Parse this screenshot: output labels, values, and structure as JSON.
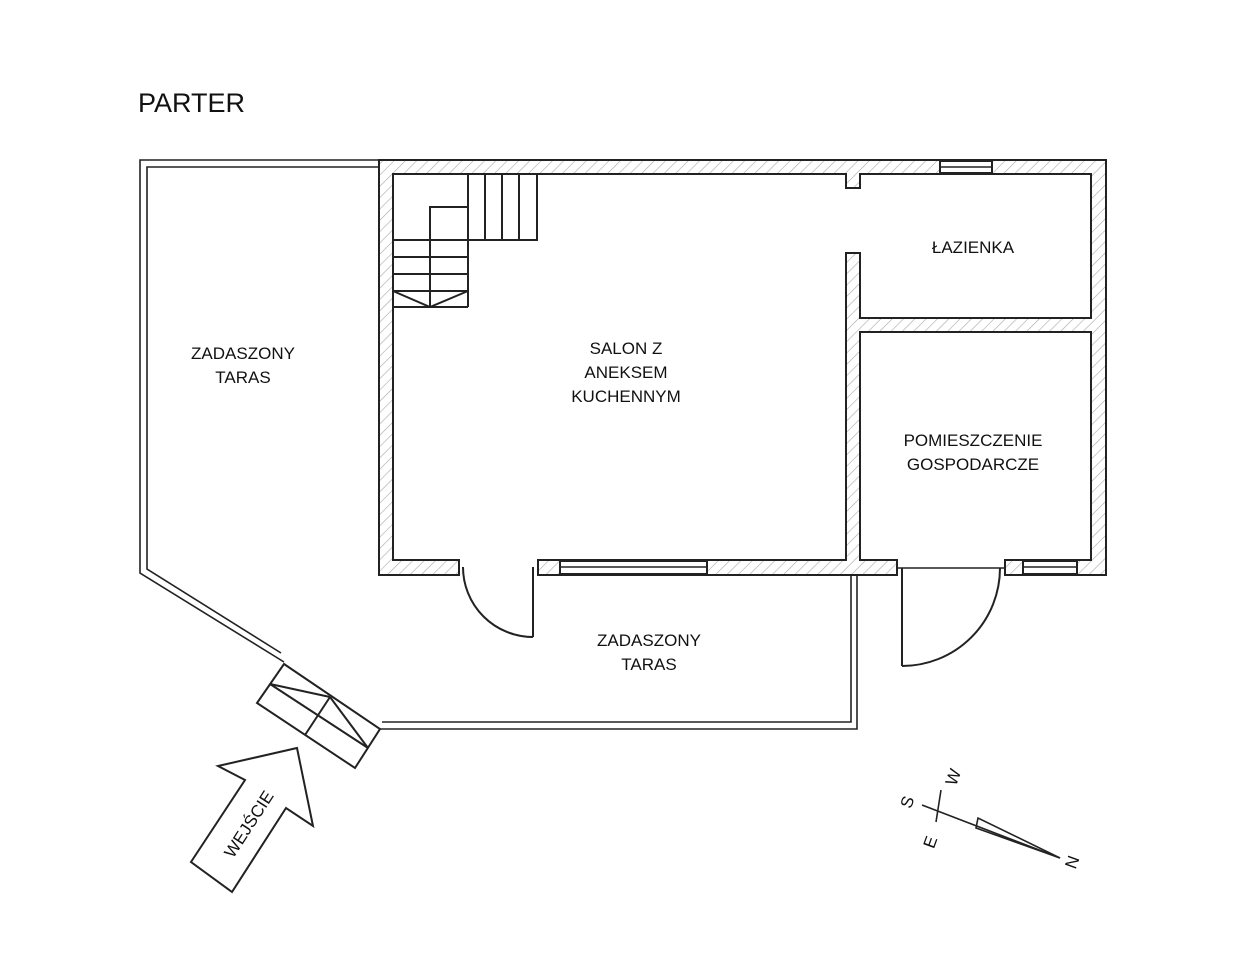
{
  "title": "PARTER",
  "rooms": {
    "terrace_left": [
      "ZADASZONY",
      "TARAS"
    ],
    "salon": [
      "SALON Z",
      "ANEKSEM",
      "KUCHENNYM"
    ],
    "bathroom": "ŁAZIENKA",
    "utility": [
      "POMIESZCZENIE",
      "GOSPODARCZE"
    ],
    "terrace_bottom": [
      "ZADASZONY",
      "TARAS"
    ]
  },
  "entrance": "WEJŚCIE",
  "compass": {
    "n": "N",
    "s": "S",
    "e": "E",
    "w": "W"
  },
  "colors": {
    "line": "#222222",
    "hatch": "#9a9a9a"
  }
}
